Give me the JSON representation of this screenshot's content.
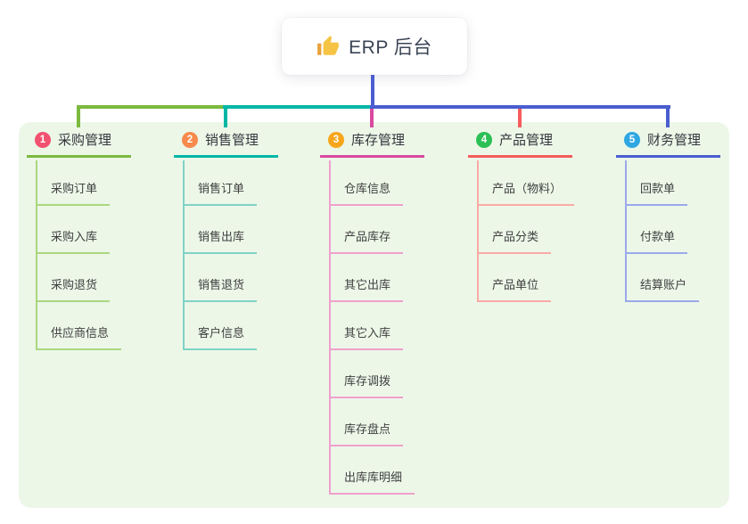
{
  "root": {
    "icon": "thumbs-up-icon",
    "title": "ERP 后台"
  },
  "panel": {
    "background": "#ecf7e8"
  },
  "trunk_color": "#4a5ed0",
  "branches": [
    {
      "num": "1",
      "label": "采购管理",
      "badge_color": "#f25270",
      "line_color": "#7cb93f",
      "sub_line_color": "#abd77f",
      "items": [
        "采购订单",
        "采购入库",
        "采购退货",
        "供应商信息"
      ]
    },
    {
      "num": "2",
      "label": "销售管理",
      "badge_color": "#f78a4c",
      "line_color": "#00b7a6",
      "sub_line_color": "#7fd3c6",
      "items": [
        "销售订单",
        "销售出库",
        "销售退货",
        "客户信息"
      ]
    },
    {
      "num": "3",
      "label": "库存管理",
      "badge_color": "#f7a61c",
      "line_color": "#d9499f",
      "sub_line_color": "#f0a0cc",
      "items": [
        "仓库信息",
        "产品库存",
        "其它出库",
        "其它入库",
        "库存调拨",
        "库存盘点",
        "出库库明细"
      ]
    },
    {
      "num": "4",
      "label": "产品管理",
      "badge_color": "#2cbf55",
      "line_color": "#f75c5c",
      "sub_line_color": "#fbaaa4",
      "items": [
        "产品（物料）",
        "产品分类",
        "产品单位"
      ]
    },
    {
      "num": "5",
      "label": "财务管理",
      "badge_color": "#2ea7e2",
      "line_color": "#4a5ed0",
      "sub_line_color": "#9aa9ea",
      "items": [
        "回款单",
        "付款单",
        "结算账户"
      ]
    }
  ]
}
